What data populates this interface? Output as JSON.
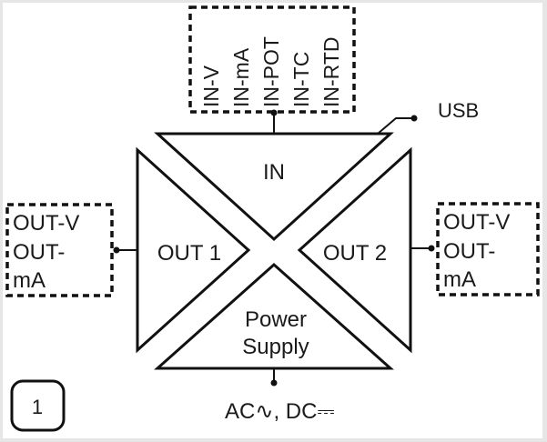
{
  "diagram": {
    "inputs": [
      "IN-V",
      "IN-mA",
      "IN-POT",
      "IN-TC",
      "IN-RTD"
    ],
    "usb_label": "USB",
    "blocks": {
      "in_label": "IN",
      "out1_label": "OUT 1",
      "out2_label": "OUT 2",
      "power_line1": "Power",
      "power_line2": "Supply"
    },
    "left_outputs": [
      "OUT-V",
      "OUT-",
      "mA"
    ],
    "right_outputs": [
      "OUT-V",
      "OUT-",
      "mA"
    ],
    "supply_label": "AC∿, DC⎓",
    "figure_number": "1"
  }
}
